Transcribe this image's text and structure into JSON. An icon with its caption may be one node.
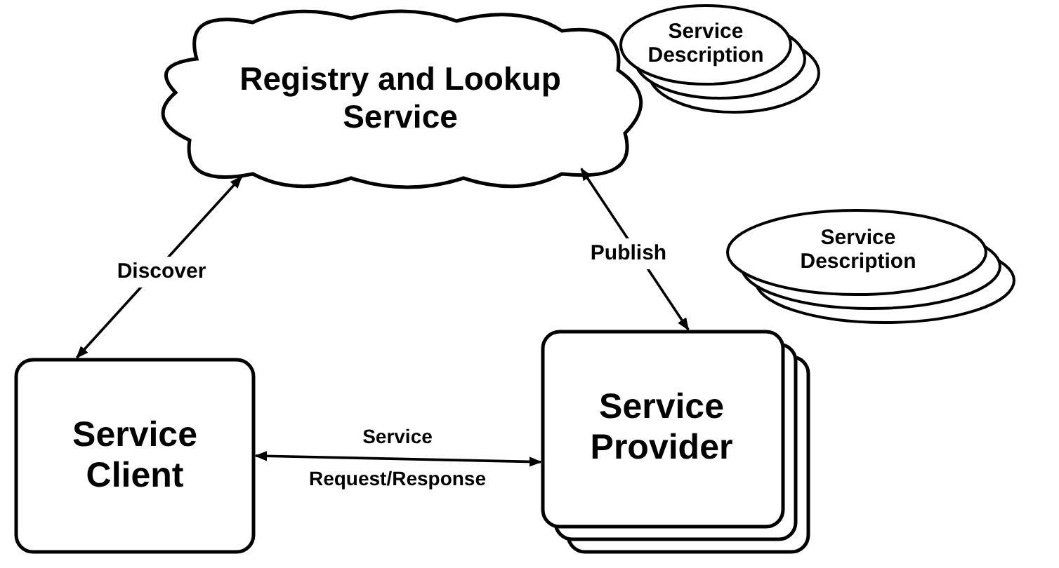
{
  "diagram": {
    "nodes": [
      {
        "text": [
          "Registry and Lookup Service"
        ]
      },
      {
        "text": [
          "Service Description"
        ]
      },
      {
        "text": [
          "Service Client"
        ]
      },
      {
        "text": [
          "Service Provider"
        ]
      },
      {
        "text": [
          "Service Description"
        ]
      }
    ],
    "edges": [
      {
        "from": 2,
        "to": 0,
        "arrow": "both",
        "label": "Discover"
      },
      {
        "from": 0,
        "to": 3,
        "arrow": "both",
        "label": "Publish"
      },
      {
        "from": 2,
        "to": 3,
        "arrow": "both",
        "label": "Service Request/Response"
      }
    ]
  }
}
